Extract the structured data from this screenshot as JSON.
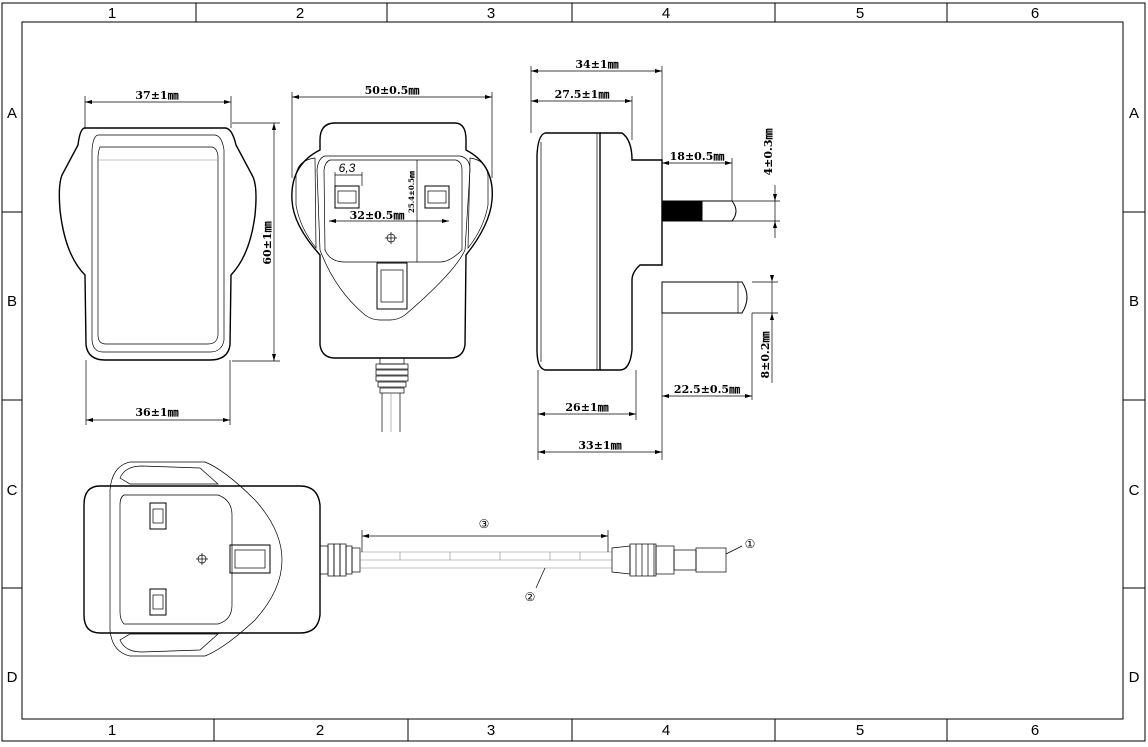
{
  "frame": {
    "columns": [
      "1",
      "2",
      "3",
      "4",
      "5",
      "6"
    ],
    "rows": [
      "A",
      "B",
      "C",
      "D"
    ]
  },
  "dimensions": {
    "front_top_width": "37±1㎜",
    "front_bottom_width": "36±1㎜",
    "front_height": "60±1㎜",
    "rear_width": "50±0.5㎜",
    "pin_spacing_label": "6,3",
    "rear_pin_distance": "32±0.5㎜",
    "rear_pin_height": "25.4±0.5㎜",
    "side_total_depth": "34±1㎜",
    "side_body_depth": "27.5±1㎜",
    "side_pin_length": "18±0.5㎜",
    "side_pin_dia": "4±0.3㎜",
    "side_earth_dia": "8±0.2㎜",
    "side_earth_length": "22.5±0.5㎜",
    "side_base_depth": "26±1㎜",
    "side_base_total": "33±1㎜"
  },
  "callouts": {
    "dc_plug": "①",
    "cable": "②",
    "cable_length": "③"
  }
}
